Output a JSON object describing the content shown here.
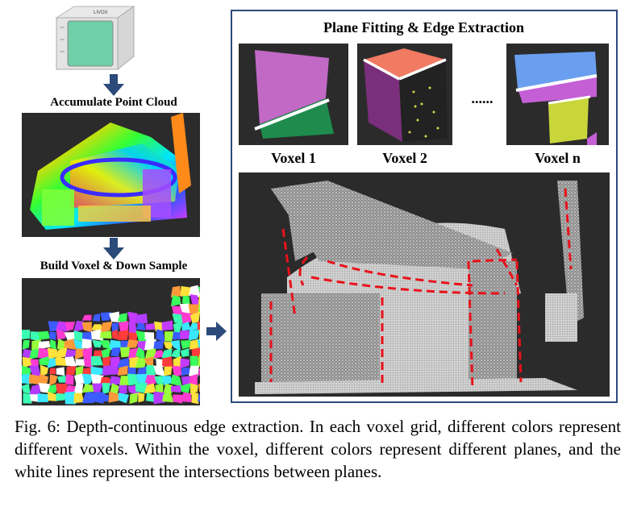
{
  "left_column": {
    "sensor_brand": "LIVOX",
    "step1_label": "Accumulate Point Cloud",
    "step2_label": "Build Voxel & Down Sample"
  },
  "right_panel": {
    "title": "Plane Fitting & Edge Extraction",
    "voxels": [
      {
        "label": "Voxel 1"
      },
      {
        "label": "Voxel 2"
      },
      {
        "label": "Voxel n"
      }
    ],
    "ellipsis": "......"
  },
  "caption": {
    "text": "Fig. 6: Depth-continuous edge extraction. In each voxel grid, different colors represent different voxels. Within the voxel, different colors represent different planes, and the white lines represent the intersections between planes."
  },
  "colors": {
    "arrow": "#2c4a7a",
    "panel_border": "#2c4a7a",
    "edge_red": "#e8121a",
    "point_cloud_bg": "#2b2b2b"
  }
}
